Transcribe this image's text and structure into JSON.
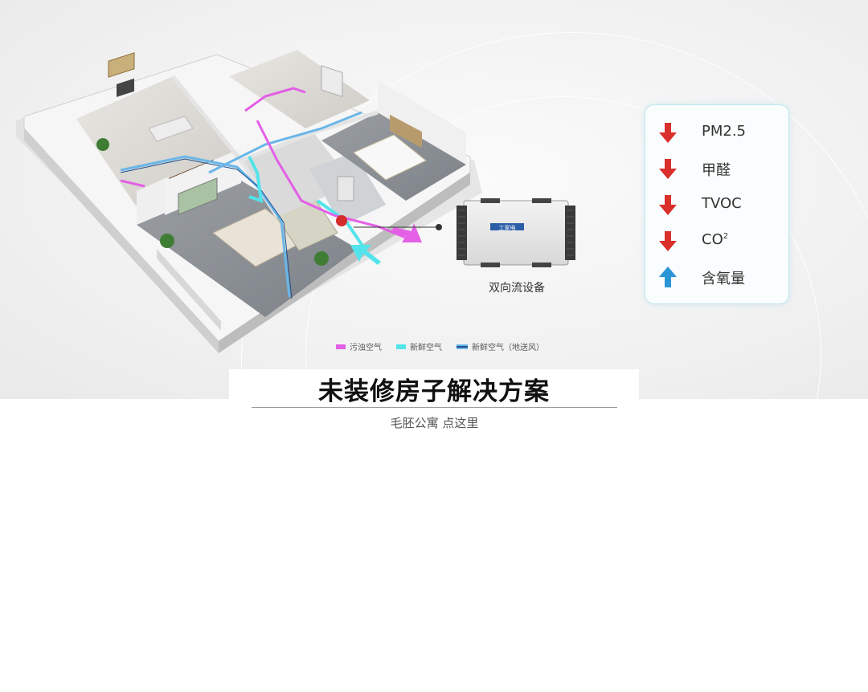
{
  "device": {
    "label": "双向流设备",
    "brand_text": "工家电"
  },
  "legend": [
    {
      "text": "污浊空气",
      "color": "#e35fe6"
    },
    {
      "text": "新鲜空气",
      "color": "#52e4ea"
    },
    {
      "text": "新鲜空气（地送风）",
      "color": "#1f4f8e"
    }
  ],
  "effects": [
    {
      "label": "PM2.5",
      "direction": "down",
      "color": "#d9302c"
    },
    {
      "label": "甲醛",
      "direction": "down",
      "color": "#d9302c"
    },
    {
      "label": "TVOC",
      "direction": "down",
      "color": "#d9302c"
    },
    {
      "label": "CO",
      "sup": "2",
      "direction": "down",
      "color": "#d9302c"
    },
    {
      "label": "含氧量",
      "direction": "up",
      "color": "#2b95d6"
    }
  ],
  "title": "未装修房子解决方案",
  "link": "毛胚公寓  点这里"
}
